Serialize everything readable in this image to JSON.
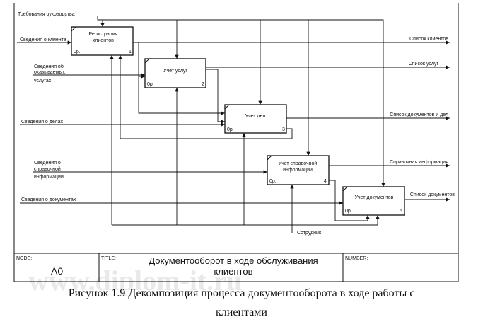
{
  "diagram": {
    "top_input": "Требования руководства",
    "inputs": [
      "Сведения о клиента",
      "Сведения об",
      "оказываемых",
      "услугах",
      "Сведения о делах",
      "Сведения о",
      "справочной",
      "информации",
      "Сведения о документах"
    ],
    "outputs": [
      "Список клиентов",
      "Список услуг",
      "Список документов и дел",
      "Справочная информация",
      "Список документов"
    ],
    "mechanism": "Сотрудник",
    "boxes": [
      {
        "title": [
          "Регистрация",
          "клиентов"
        ],
        "cost": "0р.",
        "number": "1"
      },
      {
        "title": [
          "Учет услуг"
        ],
        "cost": "0р.",
        "number": "2"
      },
      {
        "title": [
          "Учет дел"
        ],
        "cost": "0р.",
        "number": "3"
      },
      {
        "title": [
          "Учет справочной",
          "информации"
        ],
        "cost": "0р.",
        "number": "4"
      },
      {
        "title": [
          "Учет документов"
        ],
        "cost": "0р.",
        "number": "5"
      }
    ],
    "frame": {
      "node_label": "NODE:",
      "node_value": "A0",
      "title_label": "TITLE:",
      "title_lines": [
        "Документооборот в ходе  обслуживания",
        "клиентов"
      ],
      "number_label": "NUMBER:"
    }
  },
  "watermark": "www.diplom-it.ru",
  "caption": [
    "Рисунок 1.9 Декомпозиция процесса документооборота в ходе работы с",
    "клиентами"
  ]
}
